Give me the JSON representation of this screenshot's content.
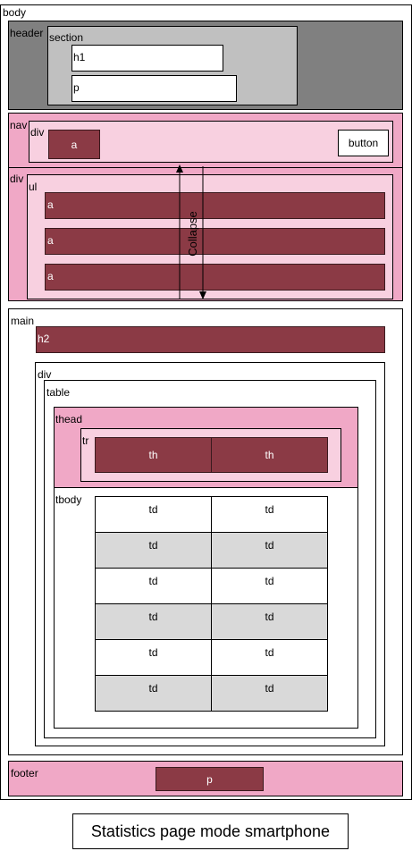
{
  "labels": {
    "body": "body",
    "header": "header",
    "section": "section",
    "h1": "h1",
    "p": "p",
    "nav": "nav",
    "nav_div": "div",
    "nav_a": "a",
    "button": "button",
    "menu_div": "div",
    "ul": "ul",
    "link": "a",
    "collapse": "Collapse",
    "main": "main",
    "h2": "h2",
    "main_div": "div",
    "table": "table",
    "thead": "thead",
    "tr": "tr",
    "th": "th",
    "tbody": "tbody",
    "td": "td",
    "footer": "footer",
    "footer_p": "p"
  },
  "caption": "Statistics page mode smartphone",
  "colors": {
    "dark_block": "#8b3a45",
    "pink": "#f0a8c6",
    "light_pink": "#f8d0e0",
    "header_gray": "#808080",
    "section_gray": "#c0c0c0",
    "alt_row_gray": "#d9d9d9"
  }
}
